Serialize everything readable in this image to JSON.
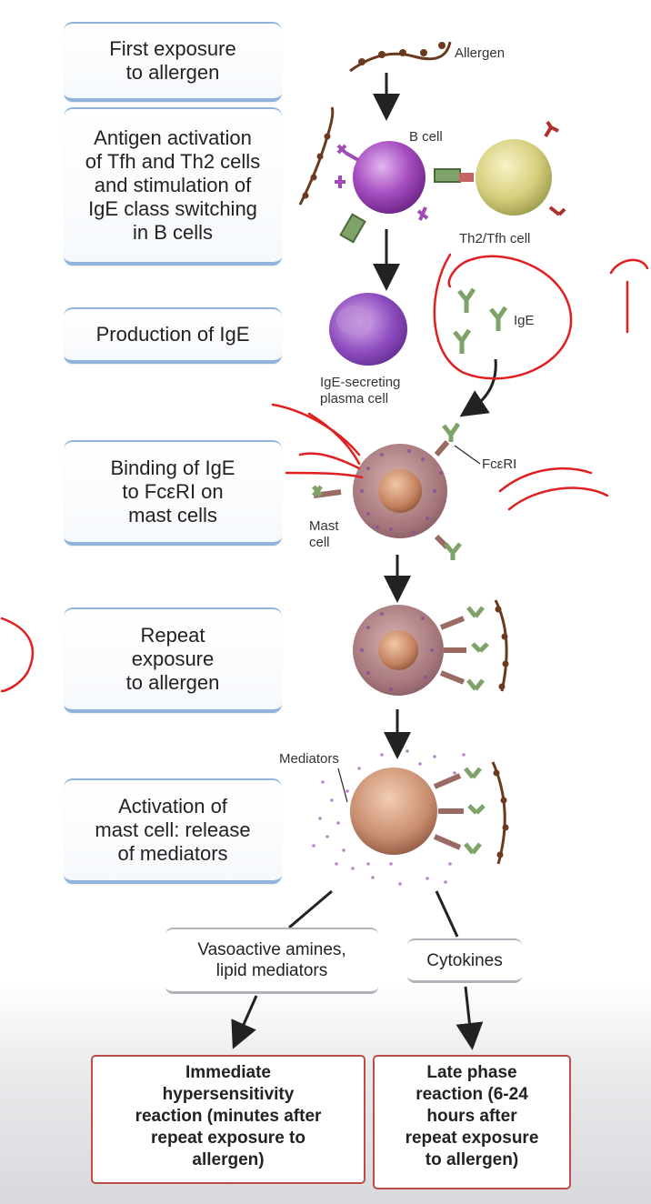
{
  "steps": {
    "s1": "First exposure\nto allergen",
    "s2": "Antigen activation\nof Tfh and Th2 cells\nand stimulation of\nIgE class switching\nin B cells",
    "s3": "Production of IgE",
    "s4": "Binding of IgE\nto FcεRI on\nmast cells",
    "s5": "Repeat\nexposure\nto allergen",
    "s6": "Activation of\nmast cell: release\nof mediators"
  },
  "labels": {
    "allergen": "Allergen",
    "bcell": "B cell",
    "th2": "Th2/Tfh cell",
    "ige": "IgE",
    "plasma": "IgE-secreting\nplasma cell",
    "fcri": "FcεRI",
    "mast": "Mast\ncell",
    "mediators": "Mediators"
  },
  "mediator_boxes": {
    "left": "Vasoactive amines,\nlipid mediators",
    "right": "Cytokines"
  },
  "outcomes": {
    "immediate": "Immediate\nhypersensitivity\nreaction (minutes after\nrepeat exposure to\nallergen)",
    "late": "Late phase\nreaction (6-24\nhours after\nrepeat exposure\nto allergen)"
  },
  "colors": {
    "step_border": "#8fb3d9",
    "outcome_border": "#c04b4b",
    "annotation": "#e02020"
  }
}
